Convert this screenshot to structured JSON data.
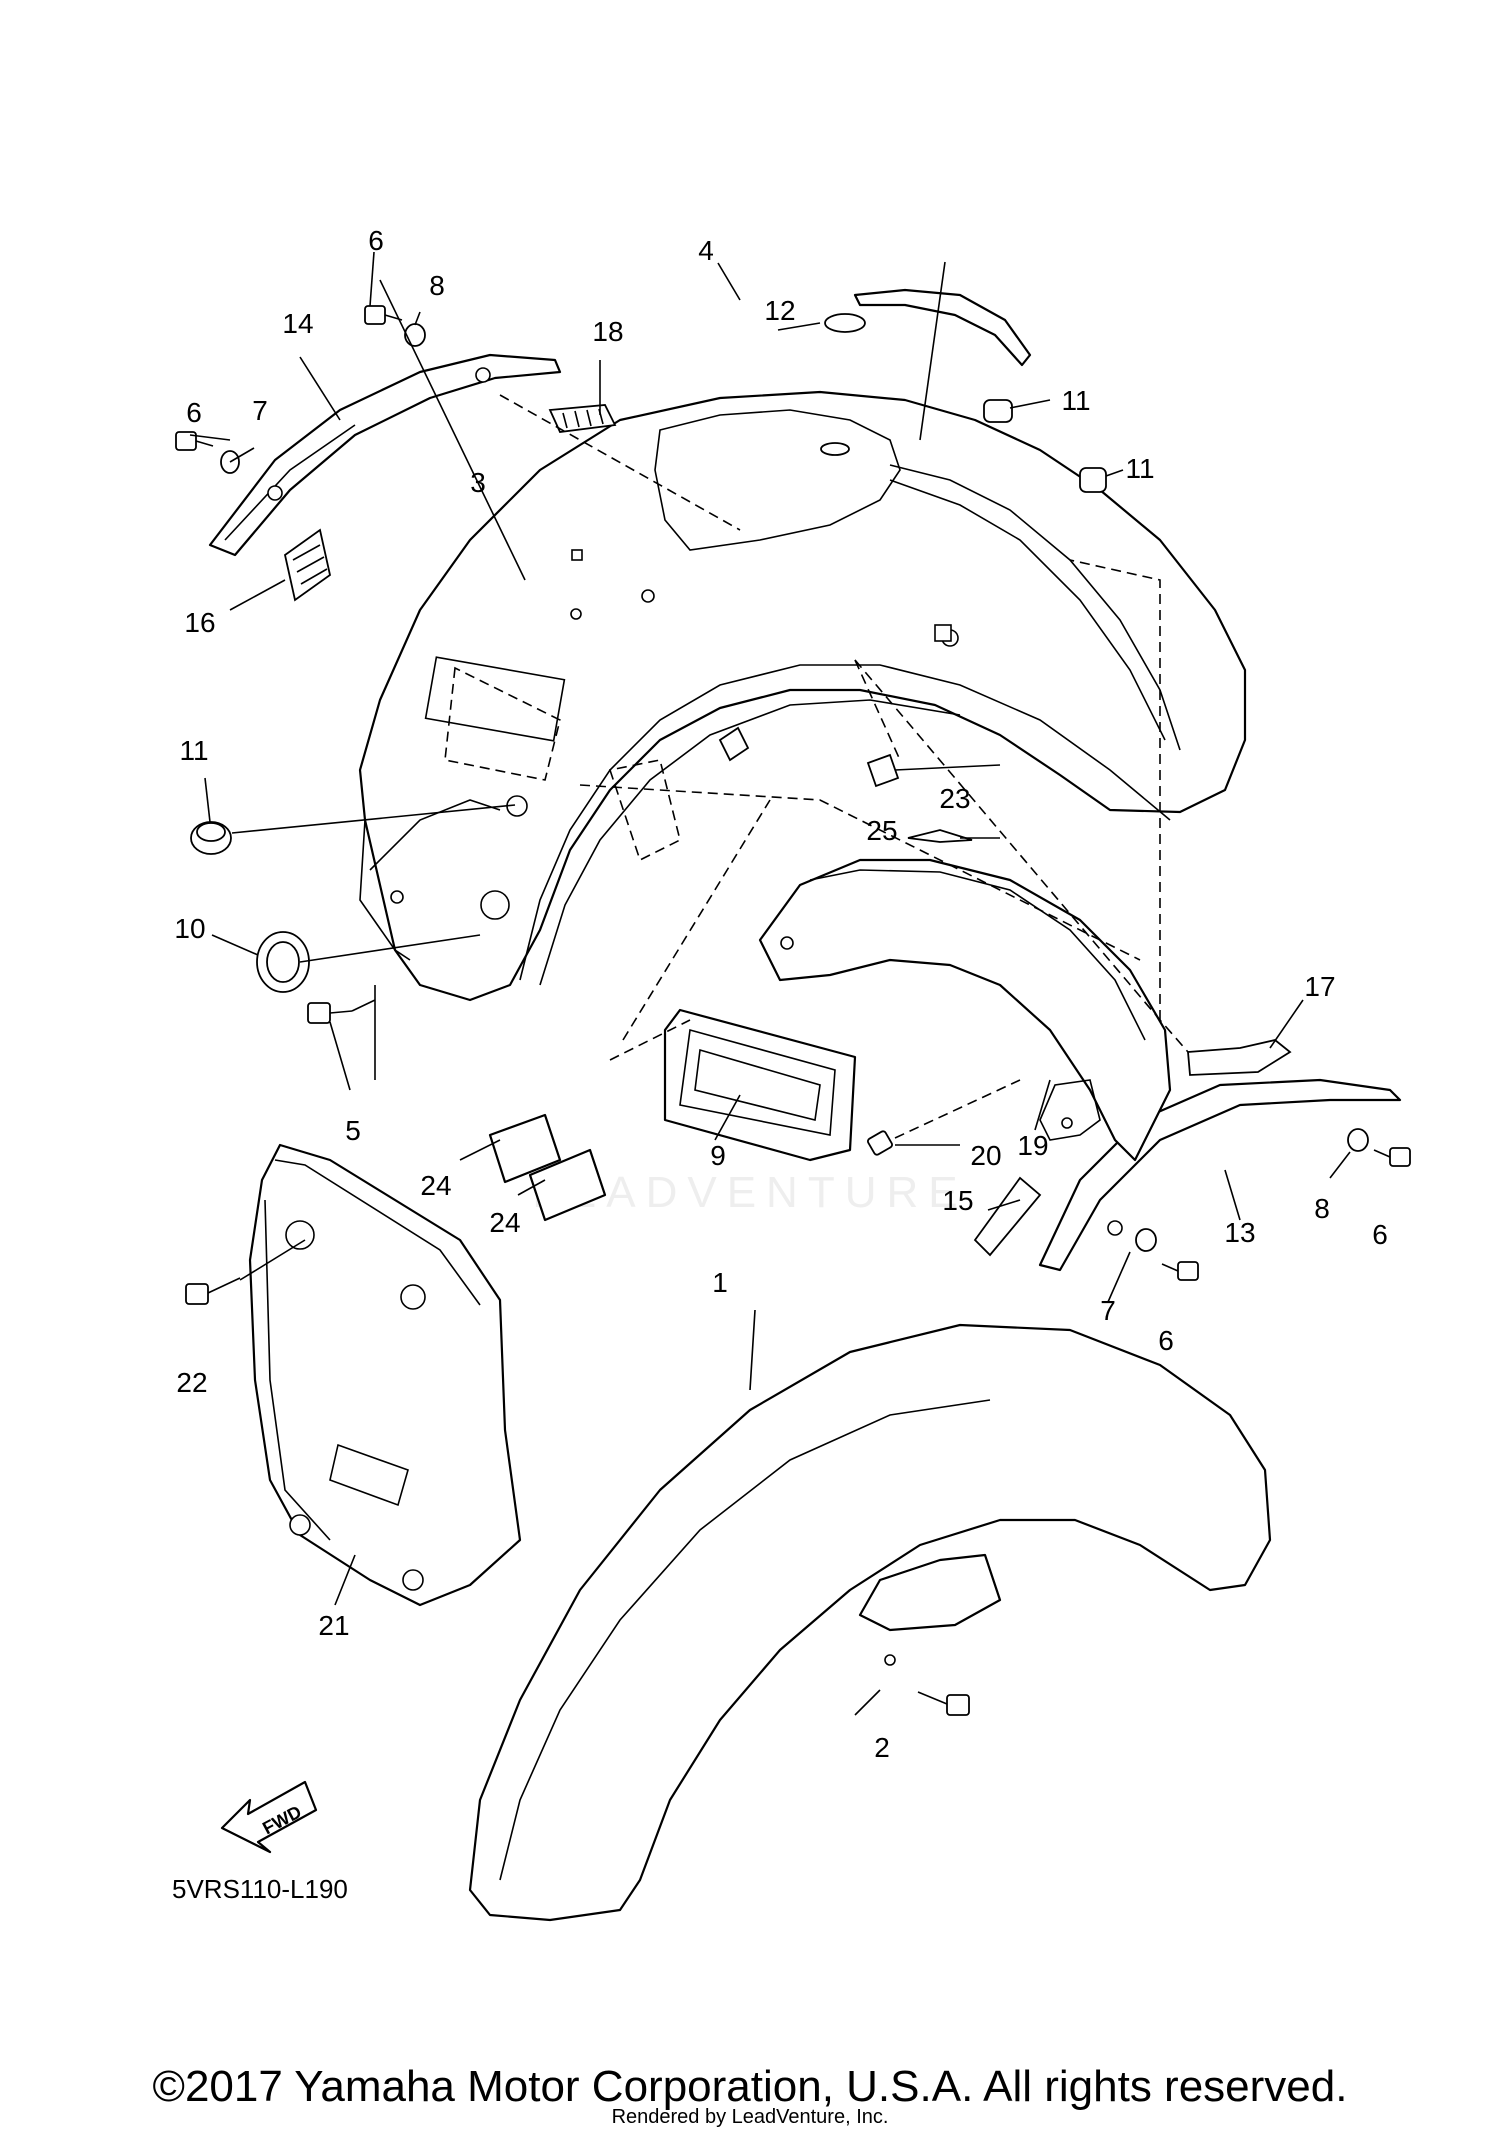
{
  "diagram": {
    "part_numbers": [
      "1",
      "2",
      "3",
      "4",
      "5",
      "6",
      "6",
      "6",
      "6",
      "7",
      "7",
      "8",
      "8",
      "9",
      "10",
      "11",
      "11",
      "11",
      "12",
      "13",
      "14",
      "15",
      "16",
      "17",
      "18",
      "19",
      "20",
      "21",
      "22",
      "23",
      "24",
      "24",
      "25"
    ],
    "direction_label": "FWD",
    "diagram_code": "5VRS110-L190",
    "watermark": "LEADVENTURE"
  },
  "footer": {
    "copyright": "©2017 Yamaha Motor Corporation, U.S.A. All rights reserved.",
    "rendered_by": "Rendered by LeadVenture, Inc."
  }
}
